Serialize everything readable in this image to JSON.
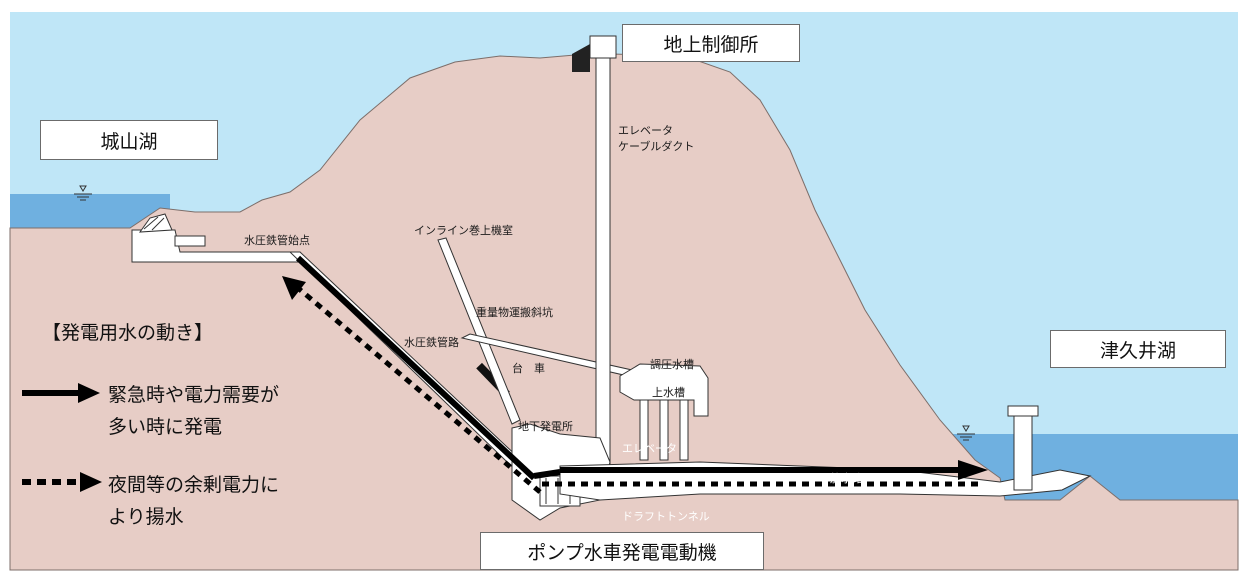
{
  "callouts": {
    "left_lake": "城山湖",
    "control_station": "地上制御所",
    "right_lake": "津久井湖",
    "machine": "ポンプ水車発電電動機"
  },
  "labels": {
    "elevator_cable_duct_1": "エレベータ",
    "elevator_cable_duct_2": "ケーブルダクト",
    "incline_winch_room": "インライン巻上機室",
    "penstock_start": "水圧鉄管始点",
    "heavy_transport_shaft": "重量物運搬斜坑",
    "penstock_path": "水圧鉄管路",
    "cart": "台　車",
    "surge_tank": "調圧水槽",
    "upper_tank": "上水槽",
    "underground_station": "地下発電所",
    "elevator": "エレベータ",
    "tailrace": "放水路",
    "draft_tunnel": "ドラフトトンネル"
  },
  "legend": {
    "title": "【発電用水の動き】",
    "solid_line1": "緊急時や電力需要が",
    "solid_line2": "多い時に発電",
    "dotted_line1": "夜間等の余剰電力に",
    "dotted_line2": "より揚水"
  },
  "colors": {
    "sky": "#bfe6f7",
    "mountain": "#e7cdc6",
    "water": "#6fb0e0",
    "structure": "#ffffff",
    "arrow": "#000000"
  }
}
